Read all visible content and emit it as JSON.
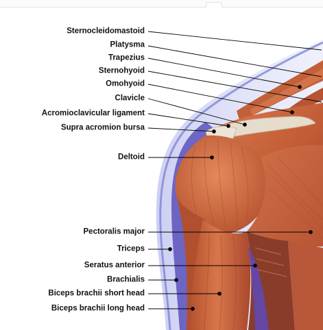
{
  "image": {
    "title": "",
    "labels": [
      {
        "id": "sternocleidomastoid",
        "text": "Sternocleidomastoid"
      },
      {
        "id": "platysma",
        "text": "Platysma"
      },
      {
        "id": "trapezius",
        "text": "Trapezius"
      },
      {
        "id": "sternohyoid",
        "text": "Sternohyoid"
      },
      {
        "id": "omohyoid",
        "text": "Omohyoid"
      },
      {
        "id": "clavicle",
        "text": "Clavicle"
      },
      {
        "id": "acromioclavicular-ligament",
        "text": "Acromioclavicular ligament"
      },
      {
        "id": "supra-acromion-bursa",
        "text": "Supra acromion bursa"
      },
      {
        "id": "deltoid",
        "text": "Deltoid"
      },
      {
        "id": "pectoralis-major",
        "text": "Pectoralis major"
      },
      {
        "id": "triceps",
        "text": "Triceps"
      },
      {
        "id": "seratus-anterior",
        "text": "Seratus anterior"
      },
      {
        "id": "brachialis",
        "text": "Brachialis"
      },
      {
        "id": "biceps-short-head",
        "text": "Biceps brachii short head"
      },
      {
        "id": "biceps-long-head",
        "text": "Biceps brachii long head"
      }
    ]
  },
  "colors": {
    "muscle": "#c8643c",
    "muscle_dark": "#9c4328",
    "muscle_light": "#e08a5c",
    "tendon": "#e8dccb",
    "skin_outline": "#8b8fd6",
    "blue_shade": "#4a3fb0",
    "leader": "#000000"
  }
}
